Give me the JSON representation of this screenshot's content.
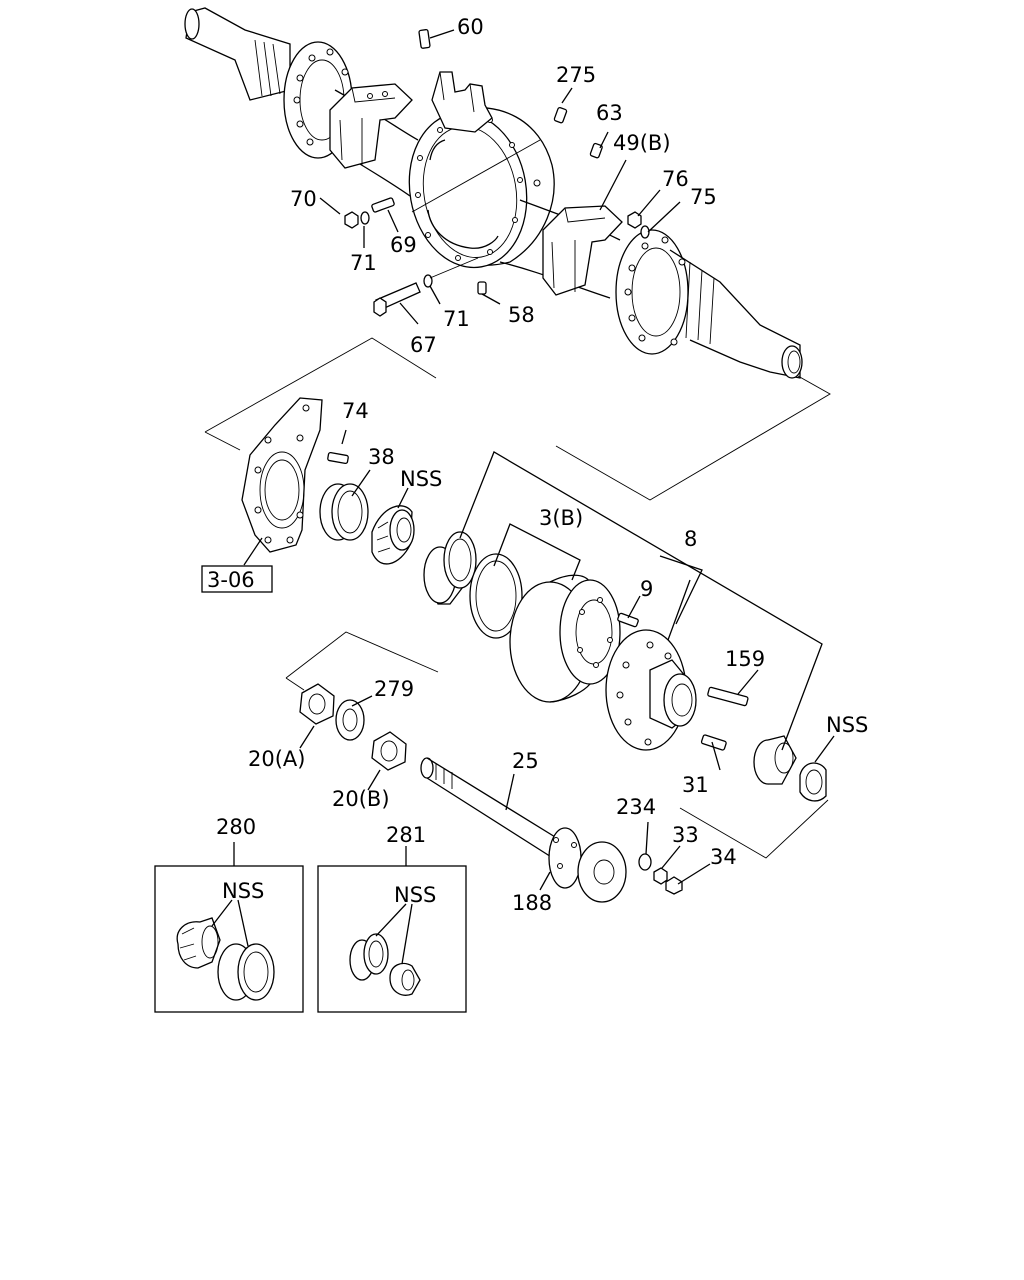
{
  "labels": {
    "l60": "60",
    "l275": "275",
    "l63": "63",
    "l49b": "49(B)",
    "l76": "76",
    "l75": "75",
    "l70": "70",
    "l71a": "71",
    "l69": "69",
    "l71b": "71",
    "l58": "58",
    "l67": "67",
    "l74": "74",
    "l38": "38",
    "lnss1": "NSS",
    "l306": "3-06",
    "l3b": "3(B)",
    "l8": "8",
    "l9": "9",
    "l159": "159",
    "lnss2": "NSS",
    "l279": "279",
    "l20a": "20(A)",
    "l20b": "20(B)",
    "l25": "25",
    "l31": "31",
    "l234": "234",
    "l33": "33",
    "l34": "34",
    "l188": "188",
    "l280": "280",
    "l281": "281",
    "lnss3": "NSS",
    "lnss4": "NSS"
  }
}
